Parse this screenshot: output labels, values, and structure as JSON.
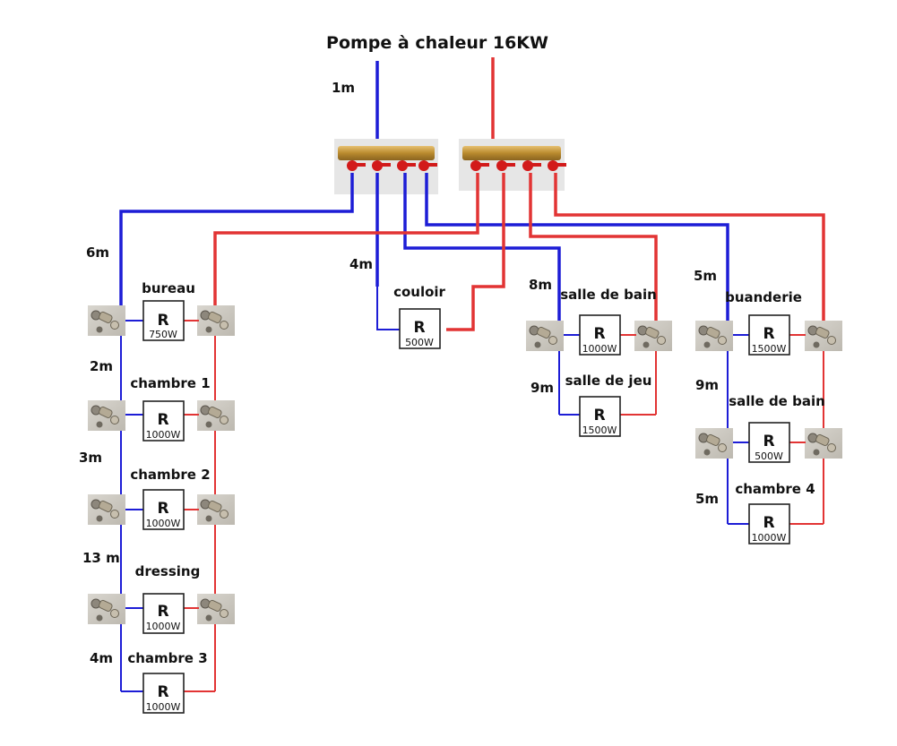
{
  "title": "Pompe à chaleur 16KW",
  "colors": {
    "supply_return_blue": "#1d1dd6",
    "supply_hot_red": "#e23434"
  },
  "radiator_letter": "R",
  "manifolds": [
    {
      "name": "blue-manifold",
      "color": "blue",
      "valves": 4
    },
    {
      "name": "red-manifold",
      "color": "red",
      "valves": 4
    }
  ],
  "distances": {
    "main": "1m",
    "left_branch": "6m",
    "couloir_branch": "4m",
    "salle_bain_1_branch": "8m",
    "buanderie_branch": "5m"
  },
  "circuits": [
    {
      "name": "left-circuit",
      "rooms": [
        {
          "room": "bureau",
          "power": "750W",
          "segment": ""
        },
        {
          "room": "chambre 1",
          "power": "1000W",
          "segment": "2m"
        },
        {
          "room": "chambre 2",
          "power": "1000W",
          "segment": "3m"
        },
        {
          "room": "dressing",
          "power": "1000W",
          "segment": "13 m"
        },
        {
          "room": "chambre 3",
          "power": "1000W",
          "segment": "4m"
        }
      ]
    },
    {
      "name": "center-circuit",
      "rooms": [
        {
          "room": "couloir",
          "power": "500W",
          "segment": ""
        }
      ]
    },
    {
      "name": "center-right-circuit",
      "rooms": [
        {
          "room": "salle de bain",
          "power": "1000W",
          "segment": ""
        },
        {
          "room": "salle de jeu",
          "power": "1500W",
          "segment": "9m"
        }
      ]
    },
    {
      "name": "right-circuit",
      "rooms": [
        {
          "room": "buanderie",
          "power": "1500W",
          "segment": ""
        },
        {
          "room": "salle de bain",
          "power": "500W",
          "segment": "9m"
        },
        {
          "room": "chambre 4",
          "power": "1000W",
          "segment": "5m"
        }
      ]
    }
  ]
}
